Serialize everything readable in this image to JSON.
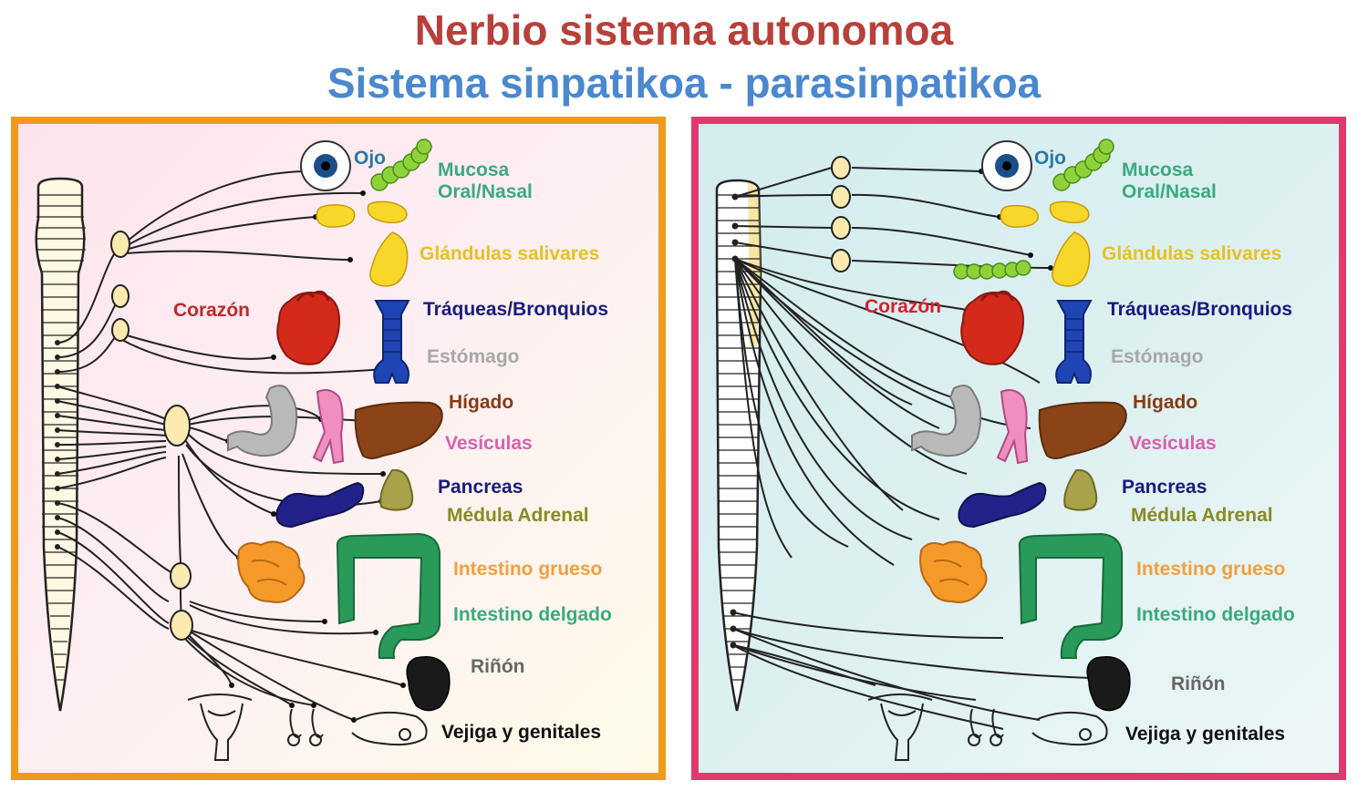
{
  "title": "Nerbio sistema autonomoa",
  "subtitle": "Sistema sinpatikoa - parasinpatikoa",
  "colors": {
    "title": "#b8403a",
    "subtitle": "#4a88d0",
    "left_border": "#f09a1c",
    "right_border": "#e0396e"
  },
  "labels": {
    "eye": "Ojo",
    "mucosa_1": "Mucosa",
    "mucosa_2": "Oral/Nasal",
    "salivary": "Glándulas salivares",
    "heart": "Corazón",
    "trachea": "Tráqueas/Bronquios",
    "stomach": "Estómago",
    "liver": "Hígado",
    "gallbladder": "Vesículas",
    "pancreas": "Pancreas",
    "adrenal": "Médula Adrenal",
    "large_intestine": "Intestino grueso",
    "small_intestine": "Intestino delgado",
    "kidney": "Riñón",
    "bladder": "Vejiga y genitales"
  },
  "icons": [
    "spinal-cord-icon",
    "eye-icon",
    "mucosa-icon",
    "salivary-gland-icon",
    "heart-icon",
    "trachea-icon",
    "stomach-icon",
    "gallbladder-icon",
    "liver-icon",
    "pancreas-icon",
    "adrenal-icon",
    "small-intestine-icon",
    "large-intestine-icon",
    "kidney-icon",
    "uterus-icon",
    "testes-icon",
    "bladder-icon",
    "ganglion-icon"
  ]
}
